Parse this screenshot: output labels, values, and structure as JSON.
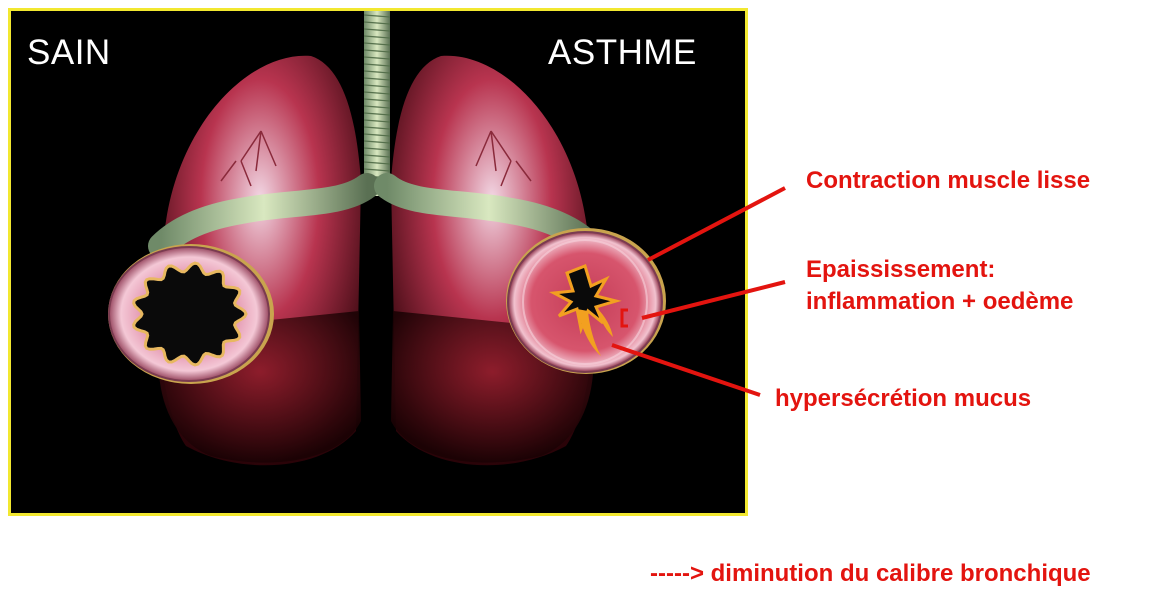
{
  "panel": {
    "left_label": "SAIN",
    "right_label": "ASTHME"
  },
  "annotations": [
    "Contraction muscle lisse",
    "Epaississement:",
    "inflammation + oedème",
    "hypersécrétion mucus"
  ],
  "conclusion": "-----> diminution du calibre bronchique",
  "colors": {
    "frame_border": "#f2e830",
    "annotation_red": "#e3140f",
    "mucus_orange": "#f2a020",
    "background": "#000000"
  }
}
